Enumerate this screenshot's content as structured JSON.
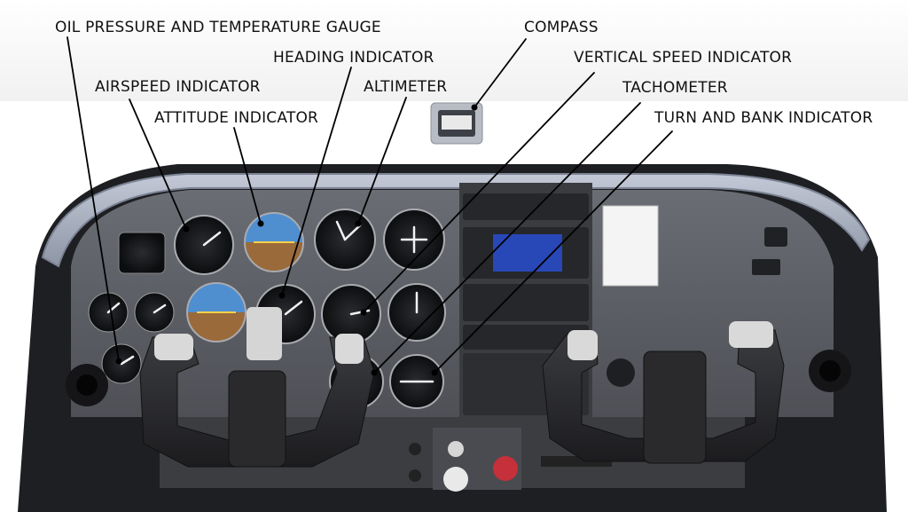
{
  "labels": {
    "oil_gauge": "OIL PRESSURE AND TEMPERATURE GAUGE",
    "compass": "COMPASS",
    "heading": "HEADING INDICATOR",
    "vsi": "VERTICAL SPEED INDICATOR",
    "airspeed": "AIRSPEED INDICATOR",
    "altimeter": "ALTIMETER",
    "tachometer": "TACHOMETER",
    "attitude": "ATTITUDE INDICATOR",
    "turn_bank": "TURN AND BANK INDICATOR"
  },
  "colors": {
    "panel": "#5e6066",
    "glare": "#9fa6b4",
    "yoke": "#2b2b2e",
    "gauge_face": "#111214",
    "sky": "#4f8fd0",
    "ground": "#9a6a3a"
  }
}
